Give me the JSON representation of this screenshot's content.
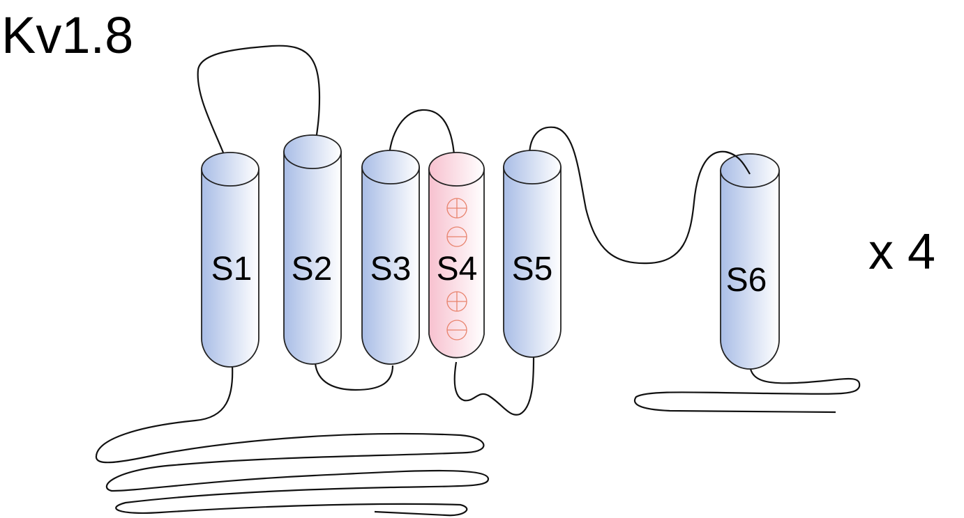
{
  "title": "Kv1.8",
  "multiplier": "x 4",
  "segments": [
    {
      "label": "S1"
    },
    {
      "label": "S2"
    },
    {
      "label": "S3"
    },
    {
      "label": "S4",
      "charges": [
        "+",
        "-",
        "+",
        "-"
      ]
    },
    {
      "label": "S5"
    },
    {
      "label": "S6"
    }
  ],
  "colors": {
    "helix": "#a9bde6",
    "voltage_sensor": "#f7c1cf",
    "charge": "#e8826c"
  }
}
